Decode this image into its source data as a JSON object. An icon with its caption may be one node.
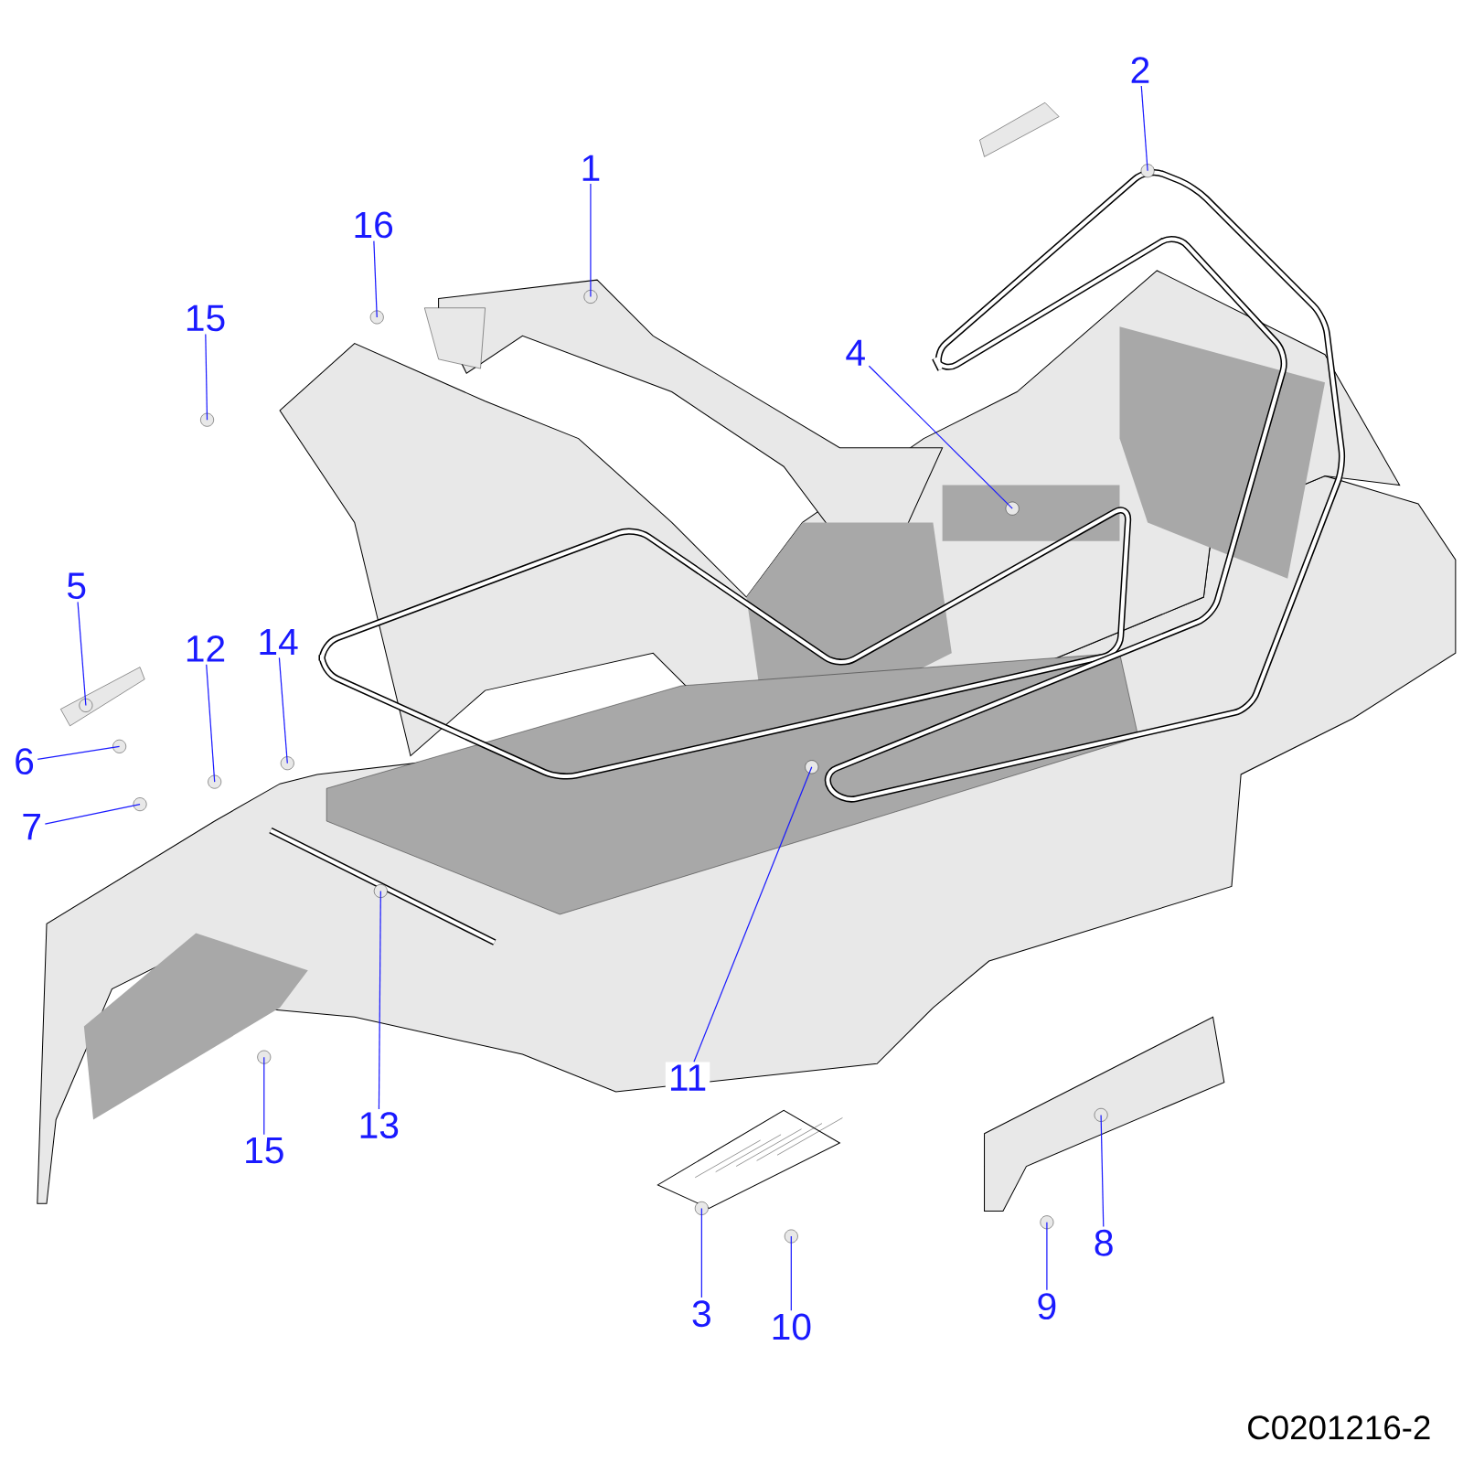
{
  "diagram": {
    "nodes": [
      {
        "text": [
          "2"
        ]
      },
      {
        "text": [
          "1"
        ]
      },
      {
        "text": [
          "16"
        ]
      },
      {
        "text": [
          "15"
        ]
      },
      {
        "text": [
          "4"
        ]
      },
      {
        "text": [
          "5"
        ]
      },
      {
        "text": [
          "14"
        ]
      },
      {
        "text": [
          "12"
        ]
      },
      {
        "text": [
          "6"
        ]
      },
      {
        "text": [
          "7"
        ]
      },
      {
        "text": [
          "11"
        ]
      },
      {
        "text": [
          "13"
        ]
      },
      {
        "text": [
          "15"
        ]
      },
      {
        "text": [
          "8"
        ]
      },
      {
        "text": [
          "9"
        ]
      },
      {
        "text": [
          "3"
        ]
      },
      {
        "text": [
          "10"
        ]
      }
    ],
    "edges": [
      {
        "from": 0,
        "to": null,
        "arrow": "none"
      },
      {
        "from": 1,
        "to": null,
        "arrow": "none"
      },
      {
        "from": 2,
        "to": null,
        "arrow": "none"
      },
      {
        "from": 3,
        "to": null,
        "arrow": "none"
      },
      {
        "from": 4,
        "to": null,
        "arrow": "none"
      },
      {
        "from": 5,
        "to": null,
        "arrow": "none"
      },
      {
        "from": 6,
        "to": null,
        "arrow": "none"
      },
      {
        "from": 7,
        "to": null,
        "arrow": "none"
      },
      {
        "from": 8,
        "to": null,
        "arrow": "none"
      },
      {
        "from": 9,
        "to": null,
        "arrow": "none"
      },
      {
        "from": 10,
        "to": null,
        "arrow": "none"
      },
      {
        "from": 11,
        "to": null,
        "arrow": "none"
      },
      {
        "from": 12,
        "to": null,
        "arrow": "none"
      },
      {
        "from": 13,
        "to": null,
        "arrow": "none"
      },
      {
        "from": 14,
        "to": null,
        "arrow": "none"
      },
      {
        "from": 15,
        "to": null,
        "arrow": "none"
      },
      {
        "from": 16,
        "to": null,
        "arrow": "none"
      }
    ],
    "labels": [
      "C0201216-2"
    ]
  }
}
